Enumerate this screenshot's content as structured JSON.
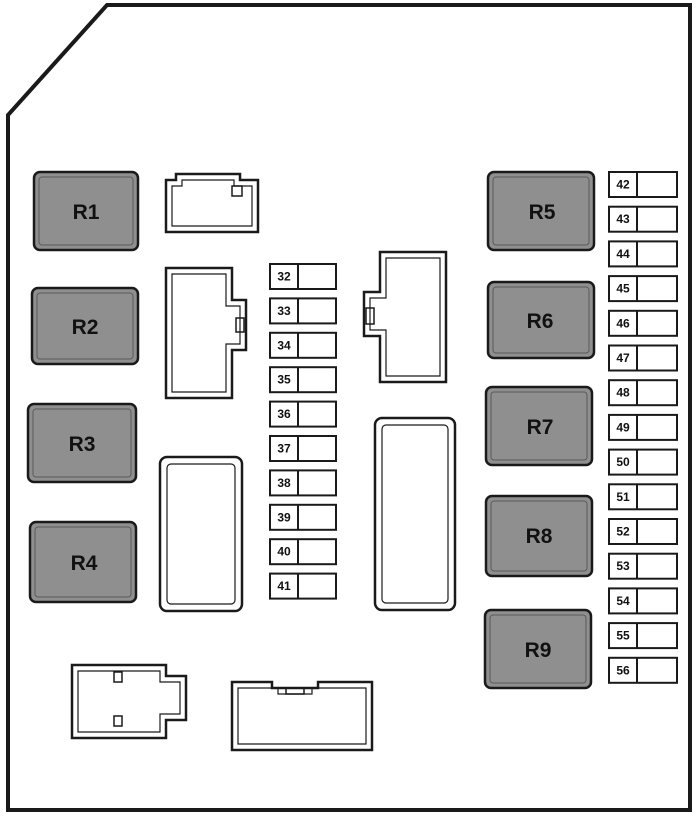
{
  "colors": {
    "outline": "#1a1a1a",
    "relay_fill": "#8f8f8f",
    "background": "#ffffff"
  },
  "relays": [
    {
      "label": "R1"
    },
    {
      "label": "R2"
    },
    {
      "label": "R3"
    },
    {
      "label": "R4"
    },
    {
      "label": "R5"
    },
    {
      "label": "R6"
    },
    {
      "label": "R7"
    },
    {
      "label": "R8"
    },
    {
      "label": "R9"
    }
  ],
  "fuses_middle": [
    "32",
    "33",
    "34",
    "35",
    "36",
    "37",
    "38",
    "39",
    "40",
    "41"
  ],
  "fuses_right": [
    "42",
    "43",
    "44",
    "45",
    "46",
    "47",
    "48",
    "49",
    "50",
    "51",
    "52",
    "53",
    "54",
    "55",
    "56"
  ]
}
